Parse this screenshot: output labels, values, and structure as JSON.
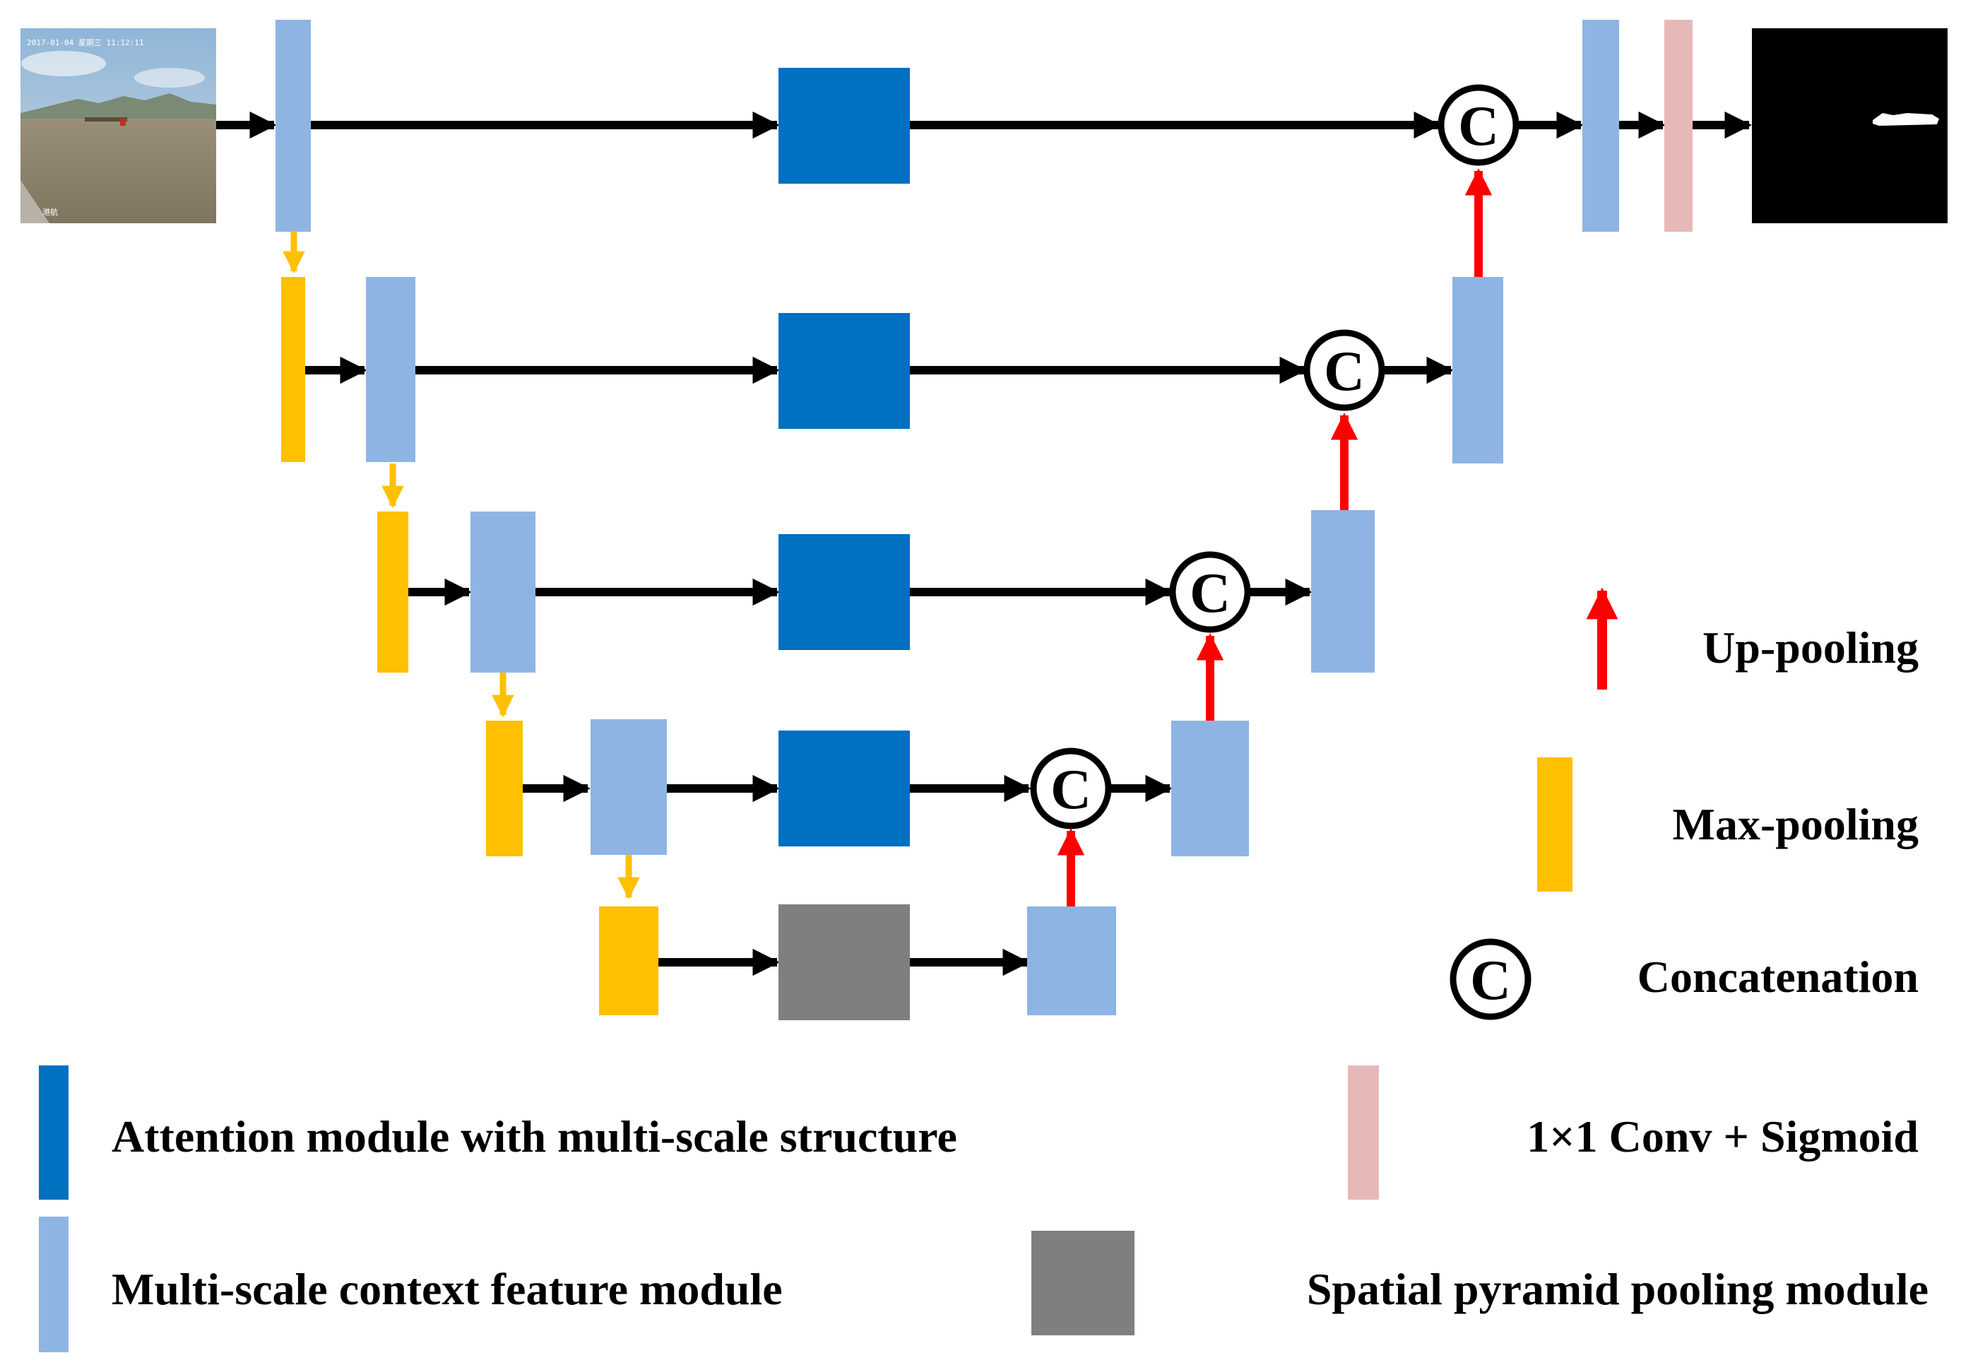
{
  "colors": {
    "attention": "#0070c0",
    "msc": "#8eb4e3",
    "maxpool": "#ffc000",
    "spp": "#7f7f7f",
    "conv_sigmoid": "#e6b9b8",
    "upsample_arrow": "#ff0000",
    "downsample_arrow": "#ffc000",
    "flow_arrow": "#000000"
  },
  "input_image": {
    "timestamp": "2017-01-04 星期三 11:12:11",
    "caption": "港航"
  },
  "concat_symbol": "C",
  "legend": {
    "up_pooling": "Up-pooling",
    "max_pooling": "Max-pooling",
    "concatenation": "Concatenation",
    "attention": "Attention module with multi-scale structure",
    "conv_sigmoid": "1×1 Conv + Sigmoid",
    "msc": "Multi-scale context feature module",
    "spp": "Spatial pyramid pooling module"
  }
}
